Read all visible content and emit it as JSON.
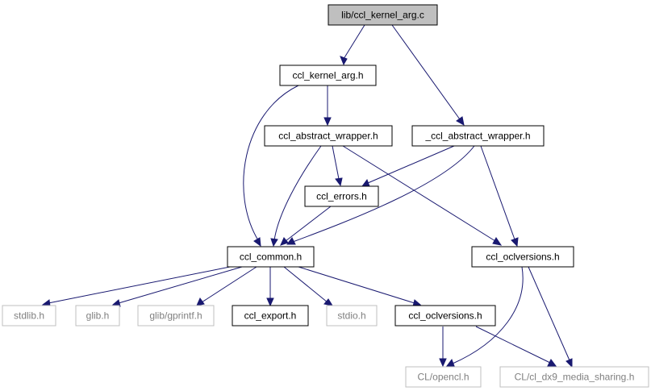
{
  "colors": {
    "edge": "#191970",
    "border_main": "#000000",
    "border_external": "#bfbfbf",
    "fill_root": "#bfbfbf",
    "fill_node": "#ffffff",
    "text_main": "#000000",
    "text_external": "#808080"
  },
  "nodes": {
    "root": {
      "label": "lib/ccl_kernel_arg.c",
      "kind": "root"
    },
    "kernel_arg_h": {
      "label": "ccl_kernel_arg.h",
      "kind": "main"
    },
    "abstract_wrapper_h": {
      "label": "ccl_abstract_wrapper.h",
      "kind": "main"
    },
    "_abstract_wrapper_h": {
      "label": "_ccl_abstract_wrapper.h",
      "kind": "main"
    },
    "errors_h": {
      "label": "ccl_errors.h",
      "kind": "main"
    },
    "common_h": {
      "label": "ccl_common.h",
      "kind": "main"
    },
    "oclversions_h_right": {
      "label": "ccl_oclversions.h",
      "kind": "main"
    },
    "stdlib_h": {
      "label": "stdlib.h",
      "kind": "external"
    },
    "glib_h": {
      "label": "glib.h",
      "kind": "external"
    },
    "gprintf_h": {
      "label": "glib/gprintf.h",
      "kind": "external"
    },
    "export_h": {
      "label": "ccl_export.h",
      "kind": "main"
    },
    "stdio_h": {
      "label": "stdio.h",
      "kind": "external"
    },
    "oclversions_h_low": {
      "label": "ccl_oclversions.h",
      "kind": "main"
    },
    "opencl_h": {
      "label": "CL/opencl.h",
      "kind": "external"
    },
    "dx9_h": {
      "label": "CL/cl_dx9_media_sharing.h",
      "kind": "external"
    }
  },
  "edges": [
    [
      "root",
      "kernel_arg_h"
    ],
    [
      "root",
      "_abstract_wrapper_h"
    ],
    [
      "kernel_arg_h",
      "abstract_wrapper_h"
    ],
    [
      "kernel_arg_h",
      "common_h"
    ],
    [
      "abstract_wrapper_h",
      "errors_h"
    ],
    [
      "abstract_wrapper_h",
      "common_h"
    ],
    [
      "abstract_wrapper_h",
      "oclversions_h_right"
    ],
    [
      "_abstract_wrapper_h",
      "errors_h"
    ],
    [
      "_abstract_wrapper_h",
      "common_h"
    ],
    [
      "_abstract_wrapper_h",
      "oclversions_h_right"
    ],
    [
      "errors_h",
      "common_h"
    ],
    [
      "common_h",
      "stdlib_h"
    ],
    [
      "common_h",
      "glib_h"
    ],
    [
      "common_h",
      "gprintf_h"
    ],
    [
      "common_h",
      "export_h"
    ],
    [
      "common_h",
      "stdio_h"
    ],
    [
      "common_h",
      "oclversions_h_low"
    ],
    [
      "oclversions_h_right",
      "opencl_h"
    ],
    [
      "oclversions_h_right",
      "dx9_h"
    ],
    [
      "oclversions_h_low",
      "opencl_h"
    ],
    [
      "oclversions_h_low",
      "dx9_h"
    ]
  ]
}
